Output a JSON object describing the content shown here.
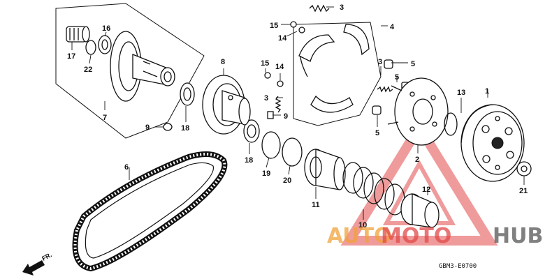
{
  "diagram": {
    "callouts": {
      "c1": "1",
      "c2": "2",
      "c3a": "3",
      "c3b": "3",
      "c3c": "3",
      "c4": "4",
      "c5a": "5",
      "c5b": "5",
      "c5c": "5",
      "c6": "6",
      "c7": "7",
      "c8": "8",
      "c9a": "9",
      "c9b": "9",
      "c10": "10",
      "c11": "11",
      "c12": "12",
      "c13": "13",
      "c14a": "14",
      "c14b": "14",
      "c15a": "15",
      "c15b": "15",
      "c16": "16",
      "c17": "17",
      "c18a": "18",
      "c18b": "18",
      "c19": "19",
      "c20": "20",
      "c21": "21",
      "c22": "22"
    },
    "direction_label": "FR.",
    "diagram_code": "GBM3-E0700"
  },
  "watermark": {
    "text_auto": "AUTO",
    "text_moto": "MOTO",
    "text_hub": "HUB",
    "colors": {
      "auto": "#f2a23a",
      "moto": "#e24a4a",
      "hub": "#555555",
      "triangle": "#e24a4a"
    }
  }
}
